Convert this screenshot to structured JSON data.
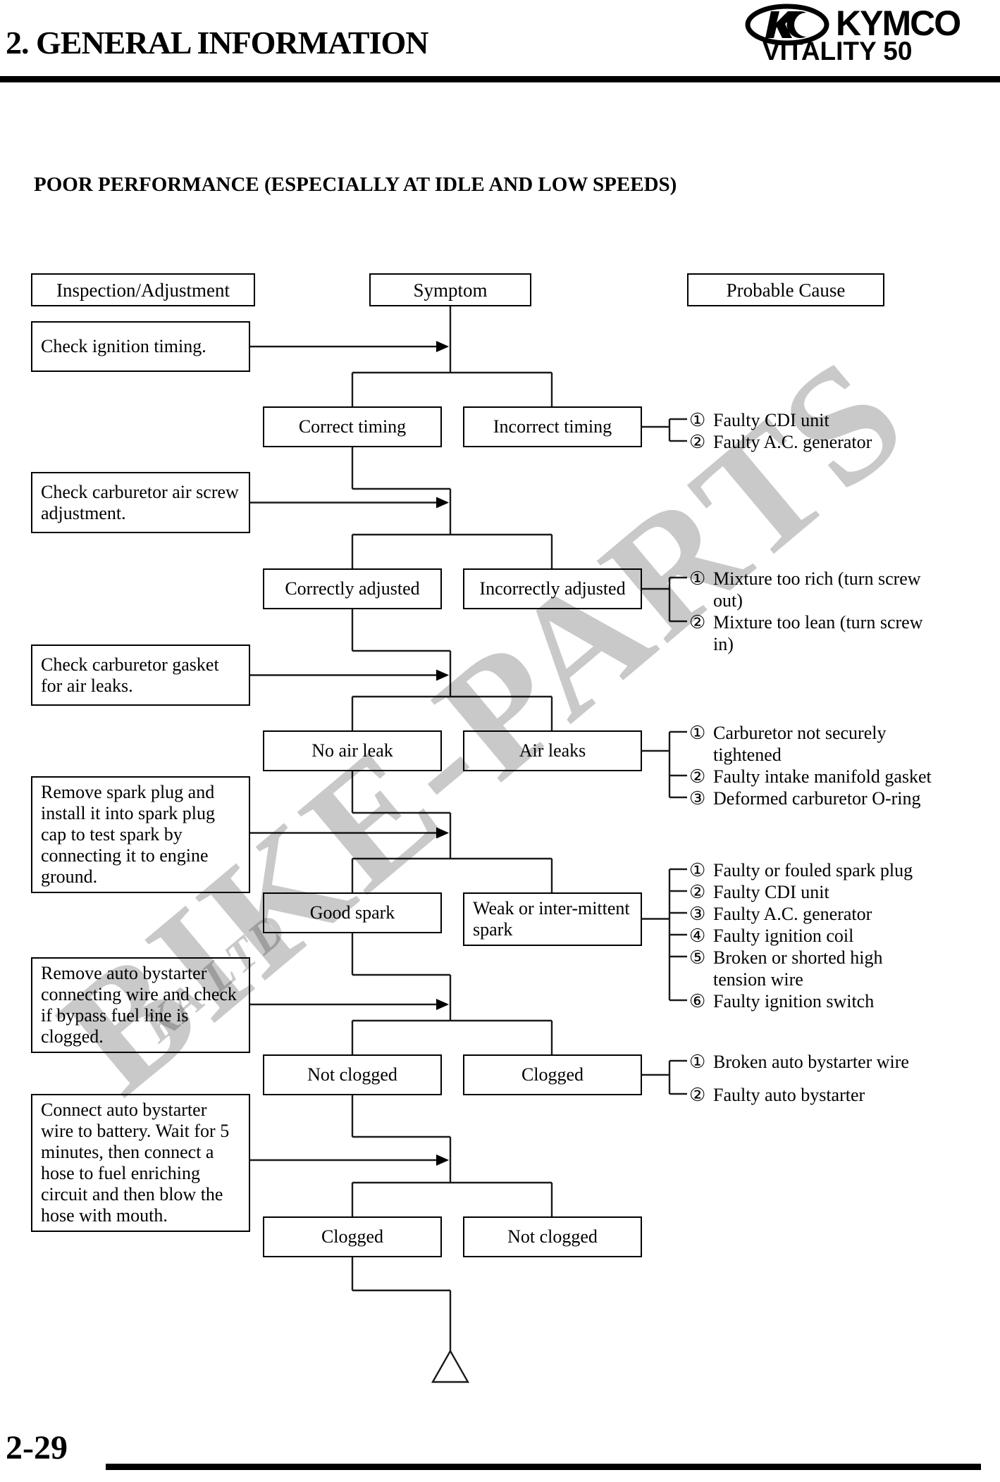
{
  "page": {
    "header": {
      "title": "2. GENERAL INFORMATION",
      "brand": "KYMCO",
      "model": "VITALITY 50",
      "logo_icon": "kymco-oval-logo"
    },
    "section_title": "POOR PERFORMANCE (ESPECIALLY AT IDLE AND LOW SPEEDS)",
    "footer": {
      "page_number": "2-29"
    },
    "watermark": {
      "text": "BIKE-PARTS",
      "subtext": "KA LTD"
    },
    "colors": {
      "ink": "#000000",
      "line": "#1a1a1a",
      "watermark": "#c9c9c9",
      "background": "#ffffff"
    }
  },
  "columns": [
    {
      "label": "Inspection/Adjustment"
    },
    {
      "label": "Symptom"
    },
    {
      "label": "Probable Cause"
    }
  ],
  "flow": {
    "stages": [
      {
        "inspection": "Check ignition timing.",
        "positive": "Correct timing",
        "negative": "Incorrect timing",
        "causes": [
          {
            "num": "①",
            "lines": [
              "Faulty CDI unit"
            ]
          },
          {
            "num": "②",
            "lines": [
              "Faulty A.C. generator"
            ]
          }
        ]
      },
      {
        "inspection": "Check carburetor air screw adjustment.",
        "positive": "Correctly adjusted",
        "negative": "Incorrectly adjusted",
        "causes": [
          {
            "num": "①",
            "lines": [
              "Mixture too rich (turn screw",
              "out)"
            ]
          },
          {
            "num": "②",
            "lines": [
              "Mixture too lean (turn screw",
              "in)"
            ]
          }
        ]
      },
      {
        "inspection": "Check carburetor gasket for air leaks.",
        "positive": "No air leak",
        "negative": "Air leaks",
        "causes": [
          {
            "num": "①",
            "lines": [
              "Carburetor not securely",
              "tightened"
            ]
          },
          {
            "num": "②",
            "lines": [
              "Faulty intake manifold gasket"
            ]
          },
          {
            "num": "③",
            "lines": [
              "Deformed carburetor O-ring"
            ]
          }
        ]
      },
      {
        "inspection": "Remove spark plug and install it into spark plug cap to test spark by connecting it to engine ground.",
        "positive": "Good spark",
        "negative": "Weak or inter-mittent spark",
        "causes": [
          {
            "num": "①",
            "lines": [
              "Faulty or fouled spark plug"
            ]
          },
          {
            "num": "②",
            "lines": [
              "Faulty CDI unit"
            ]
          },
          {
            "num": "③",
            "lines": [
              "Faulty A.C. generator"
            ]
          },
          {
            "num": "④",
            "lines": [
              "Faulty ignition coil"
            ]
          },
          {
            "num": "⑤",
            "lines": [
              "Broken or shorted high",
              "tension wire"
            ]
          },
          {
            "num": "⑥",
            "lines": [
              "Faulty ignition switch"
            ]
          }
        ]
      },
      {
        "inspection": "Remove auto bystarter connecting wire and check if bypass fuel line is clogged.",
        "positive": "Not clogged",
        "negative": "Clogged",
        "causes": [
          {
            "num": "①",
            "lines": [
              "Broken auto bystarter wire"
            ]
          },
          {
            "num": "②",
            "lines": [
              "Faulty auto bystarter"
            ]
          }
        ]
      },
      {
        "inspection": "Connect auto bystarter wire to battery. Wait for 5 minutes, then connect a hose to fuel enriching circuit and then blow the hose with mouth.",
        "positive": "Clogged",
        "negative": "Not clogged",
        "causes": []
      }
    ],
    "continuation_symbol": "triangle"
  }
}
